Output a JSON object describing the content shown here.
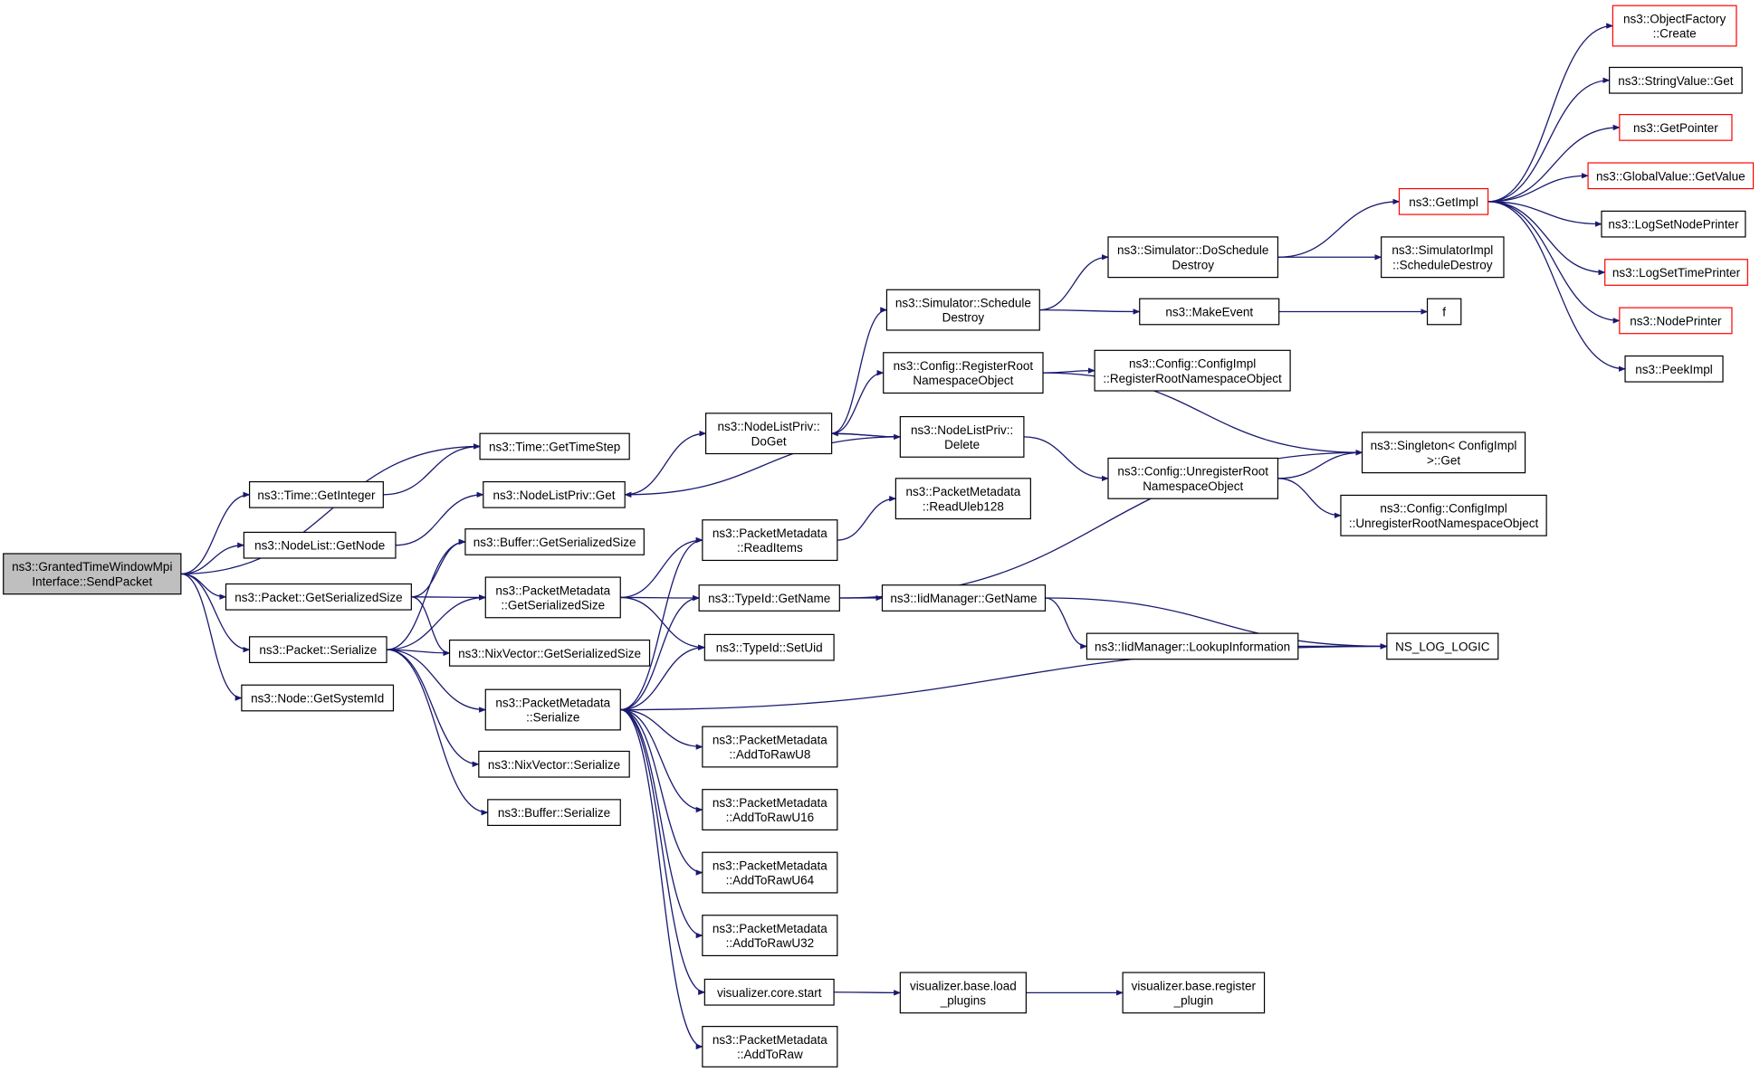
{
  "colors": {
    "edge": "#191970",
    "root_fill": "#bfbfbf",
    "node_border": "#000000",
    "truncated_border": "#ff0000",
    "node_fill": "#ffffff"
  },
  "nodes": [
    {
      "id": "root",
      "lines": [
        "ns3::GrantedTimeWindowMpi",
        "Interface::SendPacket"
      ],
      "style": "root"
    },
    {
      "id": "gettimestep",
      "lines": [
        "ns3::Time::GetTimeStep"
      ],
      "style": "normal"
    },
    {
      "id": "getinteger",
      "lines": [
        "ns3::Time::GetInteger"
      ],
      "style": "normal"
    },
    {
      "id": "nodelist_getnode",
      "lines": [
        "ns3::NodeList::GetNode"
      ],
      "style": "normal"
    },
    {
      "id": "packet_getser",
      "lines": [
        "ns3::Packet::GetSerializedSize"
      ],
      "style": "normal"
    },
    {
      "id": "packet_serialize",
      "lines": [
        "ns3::Packet::Serialize"
      ],
      "style": "normal"
    },
    {
      "id": "node_getsystemid",
      "lines": [
        "ns3::Node::GetSystemId"
      ],
      "style": "normal"
    },
    {
      "id": "nlp_get",
      "lines": [
        "ns3::NodeListPriv::Get"
      ],
      "style": "normal"
    },
    {
      "id": "buffer_getser",
      "lines": [
        "ns3::Buffer::GetSerializedSize"
      ],
      "style": "normal"
    },
    {
      "id": "pm_getser",
      "lines": [
        "ns3::PacketMetadata",
        "::GetSerializedSize"
      ],
      "style": "normal"
    },
    {
      "id": "nix_getser",
      "lines": [
        "ns3::NixVector::GetSerializedSize"
      ],
      "style": "normal"
    },
    {
      "id": "pm_serialize",
      "lines": [
        "ns3::PacketMetadata",
        "::Serialize"
      ],
      "style": "normal"
    },
    {
      "id": "nix_serialize",
      "lines": [
        "ns3::NixVector::Serialize"
      ],
      "style": "normal"
    },
    {
      "id": "buffer_serialize",
      "lines": [
        "ns3::Buffer::Serialize"
      ],
      "style": "normal"
    },
    {
      "id": "nlp_doget",
      "lines": [
        "ns3::NodeListPriv::",
        "DoGet"
      ],
      "style": "normal"
    },
    {
      "id": "pm_readitems",
      "lines": [
        "ns3::PacketMetadata",
        "::ReadItems"
      ],
      "style": "normal"
    },
    {
      "id": "typeid_getname",
      "lines": [
        "ns3::TypeId::GetName"
      ],
      "style": "normal"
    },
    {
      "id": "typeid_setuid",
      "lines": [
        "ns3::TypeId::SetUid"
      ],
      "style": "normal"
    },
    {
      "id": "pm_u8",
      "lines": [
        "ns3::PacketMetadata",
        "::AddToRawU8"
      ],
      "style": "normal"
    },
    {
      "id": "pm_u16",
      "lines": [
        "ns3::PacketMetadata",
        "::AddToRawU16"
      ],
      "style": "normal"
    },
    {
      "id": "pm_u64",
      "lines": [
        "ns3::PacketMetadata",
        "::AddToRawU64"
      ],
      "style": "normal"
    },
    {
      "id": "pm_u32",
      "lines": [
        "ns3::PacketMetadata",
        "::AddToRawU32"
      ],
      "style": "normal"
    },
    {
      "id": "vis_core_start",
      "lines": [
        "visualizer.core.start"
      ],
      "style": "normal"
    },
    {
      "id": "pm_addtoraw",
      "lines": [
        "ns3::PacketMetadata",
        "::AddToRaw"
      ],
      "style": "normal"
    },
    {
      "id": "sim_schedule_destroy",
      "lines": [
        "ns3::Simulator::Schedule",
        "Destroy"
      ],
      "style": "normal"
    },
    {
      "id": "config_register",
      "lines": [
        "ns3::Config::RegisterRoot",
        "NamespaceObject"
      ],
      "style": "normal"
    },
    {
      "id": "nlp_delete",
      "lines": [
        "ns3::NodeListPriv::",
        "Delete"
      ],
      "style": "normal"
    },
    {
      "id": "pm_readuleb",
      "lines": [
        "ns3::PacketMetadata",
        "::ReadUleb128"
      ],
      "style": "normal"
    },
    {
      "id": "iid_getname",
      "lines": [
        "ns3::IidManager::GetName"
      ],
      "style": "normal"
    },
    {
      "id": "iid_lookup",
      "lines": [
        "ns3::IidManager::LookupInformation"
      ],
      "style": "normal"
    },
    {
      "id": "vis_load_plugins",
      "lines": [
        "visualizer.base.load",
        "_plugins"
      ],
      "style": "normal"
    },
    {
      "id": "vis_register_plugin",
      "lines": [
        "visualizer.base.register",
        "_plugin"
      ],
      "style": "normal"
    },
    {
      "id": "sim_doschedule_destroy",
      "lines": [
        "ns3::Simulator::DoSchedule",
        "Destroy"
      ],
      "style": "normal"
    },
    {
      "id": "make_event",
      "lines": [
        "ns3::MakeEvent"
      ],
      "style": "normal"
    },
    {
      "id": "cfgimpl_register",
      "lines": [
        "ns3::Config::ConfigImpl",
        "::RegisterRootNamespaceObject"
      ],
      "style": "normal"
    },
    {
      "id": "config_unregister",
      "lines": [
        "ns3::Config::UnregisterRoot",
        "NamespaceObject"
      ],
      "style": "normal"
    },
    {
      "id": "f",
      "lines": [
        "f"
      ],
      "style": "normal"
    },
    {
      "id": "getimpl",
      "lines": [
        "ns3::GetImpl"
      ],
      "style": "truncated"
    },
    {
      "id": "simimpl_schedule_destroy",
      "lines": [
        "ns3::SimulatorImpl",
        "::ScheduleDestroy"
      ],
      "style": "normal"
    },
    {
      "id": "singleton_get",
      "lines": [
        "ns3::Singleton< ConfigImpl",
        " >::Get"
      ],
      "style": "normal"
    },
    {
      "id": "cfgimpl_unregister",
      "lines": [
        "ns3::Config::ConfigImpl",
        "::UnregisterRootNamespaceObject"
      ],
      "style": "normal"
    },
    {
      "id": "ns_log_logic",
      "lines": [
        "NS_LOG_LOGIC"
      ],
      "style": "normal"
    },
    {
      "id": "objfactory_create",
      "lines": [
        "ns3::ObjectFactory",
        "::Create"
      ],
      "style": "truncated"
    },
    {
      "id": "stringvalue_get",
      "lines": [
        "ns3::StringValue::Get"
      ],
      "style": "normal"
    },
    {
      "id": "getpointer",
      "lines": [
        "ns3::GetPointer"
      ],
      "style": "truncated"
    },
    {
      "id": "globalvalue_getvalue",
      "lines": [
        "ns3::GlobalValue::GetValue"
      ],
      "style": "truncated"
    },
    {
      "id": "logsetnodeprinter",
      "lines": [
        "ns3::LogSetNodePrinter"
      ],
      "style": "normal"
    },
    {
      "id": "logsettimeprinter",
      "lines": [
        "ns3::LogSetTimePrinter"
      ],
      "style": "truncated"
    },
    {
      "id": "nodeprinter",
      "lines": [
        "ns3::NodePrinter"
      ],
      "style": "truncated"
    },
    {
      "id": "peekimpl",
      "lines": [
        "ns3::PeekImpl"
      ],
      "style": "normal"
    }
  ],
  "edges": [
    [
      "root",
      "gettimestep"
    ],
    [
      "root",
      "getinteger"
    ],
    [
      "root",
      "nodelist_getnode"
    ],
    [
      "root",
      "packet_getser"
    ],
    [
      "root",
      "packet_serialize"
    ],
    [
      "root",
      "node_getsystemid"
    ],
    [
      "getinteger",
      "gettimestep"
    ],
    [
      "nodelist_getnode",
      "nlp_get"
    ],
    [
      "packet_getser",
      "buffer_getser"
    ],
    [
      "packet_getser",
      "pm_getser"
    ],
    [
      "packet_getser",
      "nix_getser"
    ],
    [
      "packet_serialize",
      "buffer_getser"
    ],
    [
      "packet_serialize",
      "pm_getser"
    ],
    [
      "packet_serialize",
      "nix_getser"
    ],
    [
      "packet_serialize",
      "pm_serialize"
    ],
    [
      "packet_serialize",
      "nix_serialize"
    ],
    [
      "packet_serialize",
      "buffer_serialize"
    ],
    [
      "nlp_get",
      "nlp_doget"
    ],
    [
      "pm_getser",
      "pm_readitems"
    ],
    [
      "pm_getser",
      "typeid_getname"
    ],
    [
      "pm_getser",
      "typeid_setuid"
    ],
    [
      "pm_serialize",
      "pm_readitems"
    ],
    [
      "pm_serialize",
      "typeid_getname"
    ],
    [
      "pm_serialize",
      "typeid_setuid"
    ],
    [
      "pm_serialize",
      "ns_log_logic"
    ],
    [
      "pm_serialize",
      "pm_u8"
    ],
    [
      "pm_serialize",
      "pm_u16"
    ],
    [
      "pm_serialize",
      "pm_u64"
    ],
    [
      "pm_serialize",
      "pm_u32"
    ],
    [
      "pm_serialize",
      "vis_core_start"
    ],
    [
      "pm_serialize",
      "pm_addtoraw"
    ],
    [
      "nlp_doget",
      "sim_schedule_destroy"
    ],
    [
      "nlp_doget",
      "config_register"
    ],
    [
      "nlp_doget",
      "nlp_delete"
    ],
    [
      "nlp_delete",
      "nlp_doget"
    ],
    [
      "nlp_delete",
      "nlp_get"
    ],
    [
      "nlp_delete",
      "config_unregister"
    ],
    [
      "pm_readitems",
      "pm_readuleb"
    ],
    [
      "typeid_getname",
      "iid_getname"
    ],
    [
      "typeid_getname",
      "singleton_get"
    ],
    [
      "iid_getname",
      "iid_lookup"
    ],
    [
      "iid_getname",
      "ns_log_logic"
    ],
    [
      "iid_lookup",
      "ns_log_logic"
    ],
    [
      "vis_core_start",
      "vis_load_plugins"
    ],
    [
      "vis_load_plugins",
      "vis_register_plugin"
    ],
    [
      "sim_schedule_destroy",
      "sim_doschedule_destroy"
    ],
    [
      "sim_schedule_destroy",
      "make_event"
    ],
    [
      "config_register",
      "cfgimpl_register"
    ],
    [
      "config_register",
      "singleton_get"
    ],
    [
      "config_unregister",
      "singleton_get"
    ],
    [
      "config_unregister",
      "cfgimpl_unregister"
    ],
    [
      "sim_doschedule_destroy",
      "getimpl"
    ],
    [
      "sim_doschedule_destroy",
      "simimpl_schedule_destroy"
    ],
    [
      "make_event",
      "f"
    ],
    [
      "getimpl",
      "objfactory_create"
    ],
    [
      "getimpl",
      "stringvalue_get"
    ],
    [
      "getimpl",
      "getpointer"
    ],
    [
      "getimpl",
      "globalvalue_getvalue"
    ],
    [
      "getimpl",
      "logsetnodeprinter"
    ],
    [
      "getimpl",
      "logsettimeprinter"
    ],
    [
      "getimpl",
      "nodeprinter"
    ],
    [
      "getimpl",
      "peekimpl"
    ]
  ]
}
